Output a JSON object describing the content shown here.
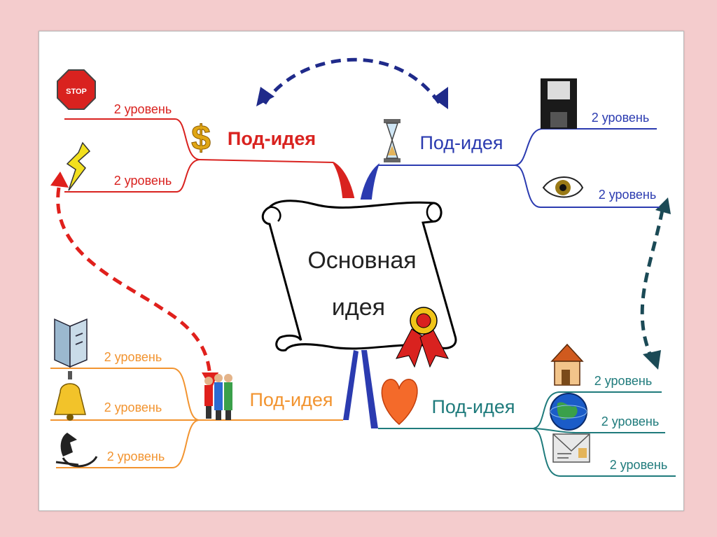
{
  "center": {
    "line1": "Основная",
    "line2": "идея"
  },
  "branches": {
    "top_left": {
      "title": "Под-идея",
      "color": "#d9221f",
      "level": [
        "2 уровень",
        "2 уровень"
      ],
      "icons": [
        "stop-sign-icon",
        "lightning-icon",
        "dollar-icon"
      ],
      "stop_text": "STOP"
    },
    "top_right": {
      "title": "Под-идея",
      "color": "#2b3bb0",
      "level": [
        "2 уровень",
        "2 уровень"
      ],
      "icons": [
        "floppy-disk-icon",
        "eye-icon",
        "hourglass-icon"
      ]
    },
    "bottom_left": {
      "title": "Под-идея",
      "color": "#f29430",
      "level": [
        "2 уровень",
        "2 уровень",
        "2 уровень"
      ],
      "icons": [
        "book-icon",
        "bell-icon",
        "phone-icon",
        "people-icon"
      ]
    },
    "bottom_right": {
      "title": "Под-идея",
      "color": "#1f7b7c",
      "level": [
        "2 уровень",
        "2 уровень",
        "2 уровень"
      ],
      "icons": [
        "house-icon",
        "globe-icon",
        "envelope-icon",
        "heart-icon"
      ]
    }
  },
  "colors": {
    "background": "#f4cccd",
    "arrow_top": "#1f2a8a",
    "arrow_left": "#e0201c",
    "arrow_right": "#1b4a56",
    "scroll_fill": "#ffffff"
  }
}
